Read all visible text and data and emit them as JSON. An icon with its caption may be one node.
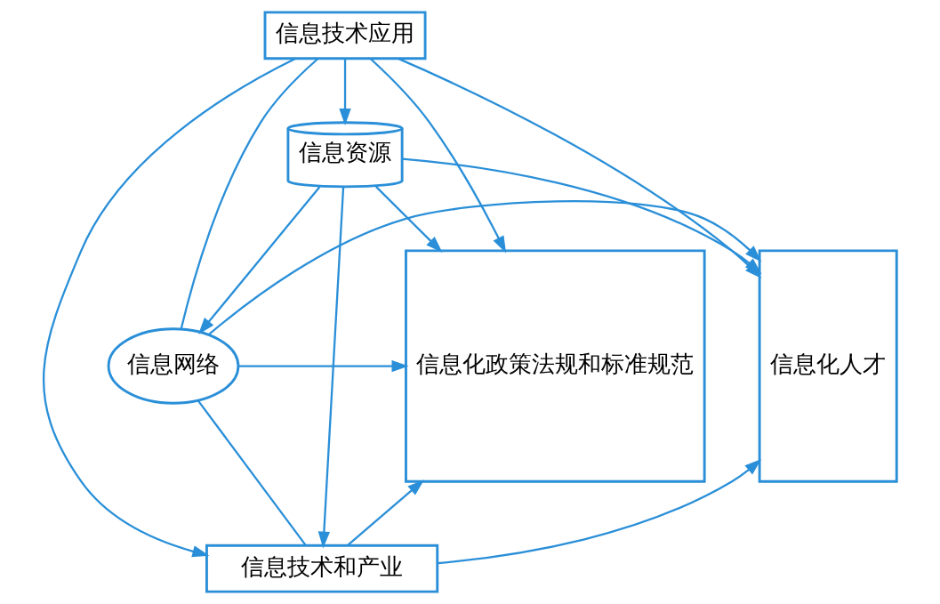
{
  "diagram": {
    "nodes": [
      {
        "text": [
          "信息技术应用"
        ]
      },
      {
        "text": [
          "信息化人才"
        ]
      },
      {
        "text": [
          "信息化政策法规和标准规范"
        ]
      },
      {
        "text": [
          "信息资源"
        ]
      },
      {
        "text": [
          "信息网络"
        ]
      },
      {
        "text": [
          "信息技术和产业"
        ]
      }
    ],
    "edges": [
      {
        "from": 0,
        "to": 1,
        "arrow": "to"
      },
      {
        "from": 0,
        "to": 2,
        "arrow": "to"
      },
      {
        "from": 0,
        "to": 3,
        "arrow": "to"
      },
      {
        "from": 0,
        "to": 5,
        "arrow": "to"
      },
      {
        "from": 0,
        "to": 4,
        "arrow": "none"
      },
      {
        "from": 4,
        "to": 5,
        "arrow": "none"
      },
      {
        "from": 3,
        "to": 1,
        "arrow": "to"
      },
      {
        "from": 3,
        "to": 2,
        "arrow": "to"
      },
      {
        "from": 3,
        "to": 4,
        "arrow": "to"
      },
      {
        "from": 3,
        "to": 5,
        "arrow": "to"
      },
      {
        "from": 4,
        "to": 1,
        "arrow": "to"
      },
      {
        "from": 4,
        "to": 2,
        "arrow": "to"
      },
      {
        "from": 5,
        "to": 1,
        "arrow": "to"
      },
      {
        "from": 5,
        "to": 2,
        "arrow": "to"
      }
    ]
  }
}
